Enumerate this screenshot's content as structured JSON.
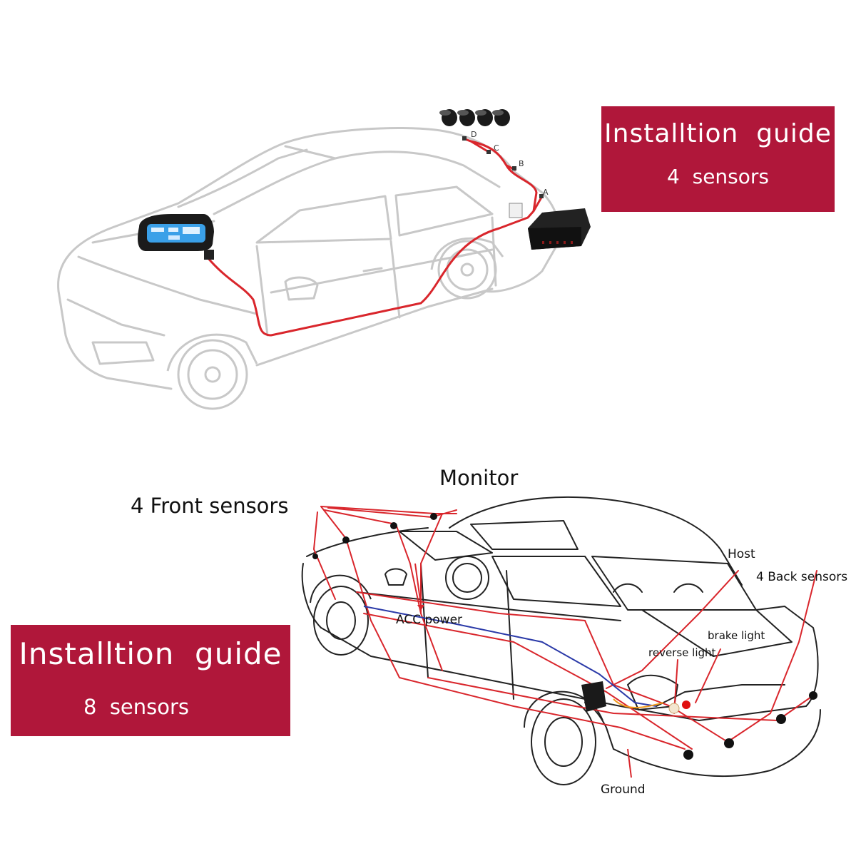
{
  "diagram_4_sensors": {
    "banner": {
      "title": "Installtion  guide",
      "subtitle": "4  sensors"
    },
    "sensor_markers": [
      "D",
      "C",
      "B",
      "A"
    ]
  },
  "diagram_8_sensors": {
    "banner": {
      "title": "Installtion  guide",
      "subtitle": "8  sensors"
    },
    "labels": {
      "monitor": "Monitor",
      "front_sensors": "4 Front sensors",
      "host": "Host",
      "back_sensors": "4 Back sensors",
      "acc_power": "ACC power",
      "brake_light": "brake light",
      "reverse_light": "reverse light",
      "ground": "Ground"
    }
  },
  "colors": {
    "banner_bg": "#b0173a",
    "wire_red": "#d9262c",
    "car_outline_light": "#c8c8c8",
    "car_outline_dark": "#222222",
    "display_screen": "#3aa0e8"
  }
}
